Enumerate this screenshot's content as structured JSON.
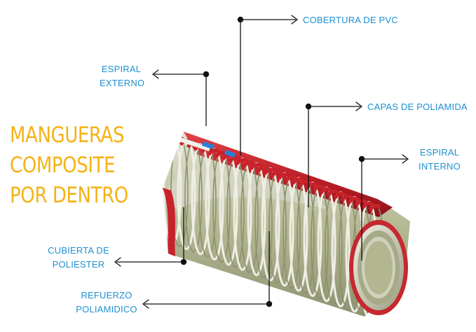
{
  "title": {
    "lines": [
      "MANGUERAS",
      "COMPOSITE",
      "POR DENTRO"
    ],
    "color": "#f5b217"
  },
  "labels": {
    "pvc_cover": "COBERTURA DE PVC",
    "outer_spiral": [
      "ESPIRAL",
      "EXTERNO"
    ],
    "polyamide_layers": "CAPAS DE POLIAMIDA",
    "inner_spiral": [
      "ESPIRAL",
      "INTERNO"
    ],
    "polyester_cover": [
      "CUBIERTA DE",
      "POLIESTER"
    ],
    "polyamide_reinforcement": [
      "REFUERZO",
      "POLIAMIDICO"
    ]
  },
  "colors": {
    "label": "#1f8fd0",
    "hose_red": "#c8222a",
    "hose_wire": "#cfd0bf",
    "hose_inner": "#b9bd9c",
    "leader": "#111111"
  },
  "icons": [
    "composite-hose-illustration",
    "arrow-left-icon",
    "arrow-right-icon",
    "dot-marker-icon"
  ]
}
